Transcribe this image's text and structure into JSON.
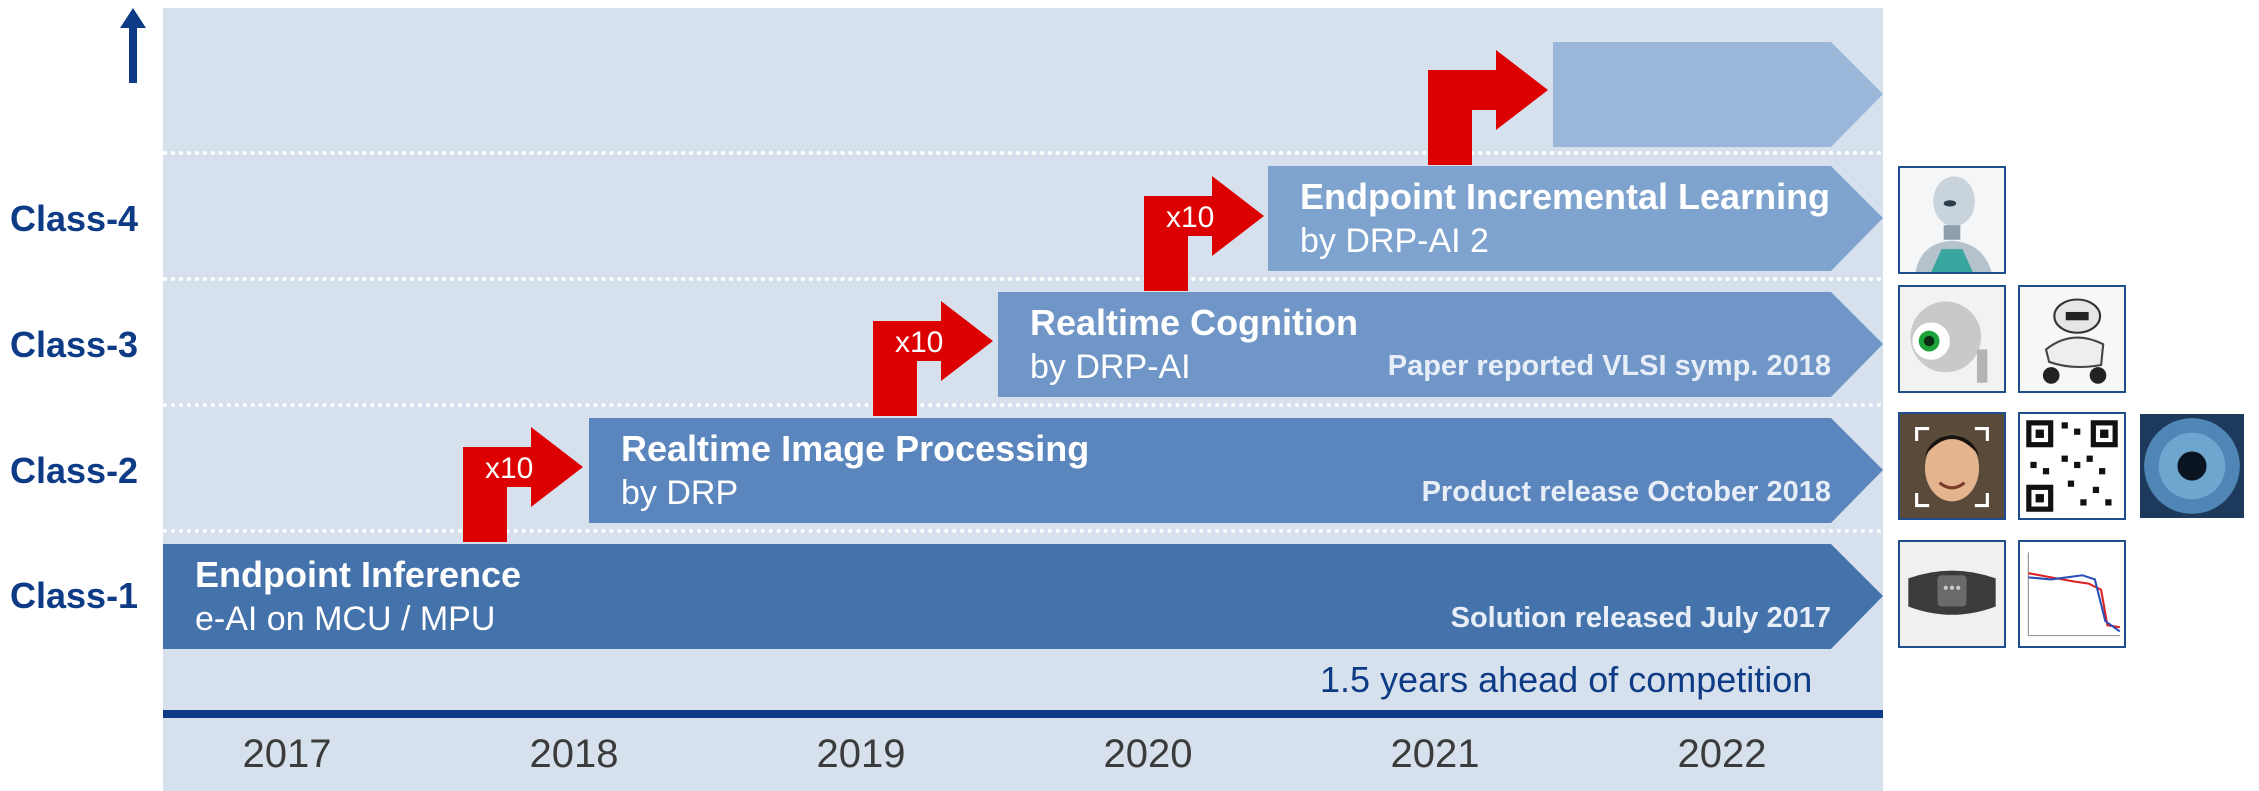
{
  "class_labels": [
    "Class-4",
    "Class-3",
    "Class-2",
    "Class-1"
  ],
  "bands": {
    "class4": {
      "title": "Endpoint Incremental Learning",
      "sub": "by DRP-AI 2"
    },
    "class3": {
      "title": "Realtime Cognition",
      "sub": "by DRP-AI",
      "note": "Paper reported VLSI symp. 2018"
    },
    "class2": {
      "title": "Realtime Image Processing",
      "sub": "by DRP",
      "note": "Product release October 2018"
    },
    "class1": {
      "title": "Endpoint Inference",
      "sub": "e-AI on MCU / MPU",
      "note": "Solution released July 2017"
    }
  },
  "steps": [
    "x10",
    "x10",
    "x10"
  ],
  "ahead_note": "1.5 years ahead of competition",
  "years": [
    "2017",
    "2018",
    "2019",
    "2020",
    "2021",
    "2022"
  ],
  "colors": {
    "panel": "#d7e1ee",
    "class1": "#4472ab",
    "class2": "#5b86bd",
    "class3": "#6f96c6",
    "class4": "#7fa3cf",
    "future": "#9ab6d9",
    "step_arrow": "#dd0000",
    "accent": "#0d3b86"
  },
  "icons": [
    "robot-head-icon",
    "robot-eye-icon",
    "toy-robot-icon",
    "face-detection-icon",
    "qr-code-icon",
    "iris-icon",
    "wristband-icon",
    "line-graph-icon"
  ]
}
